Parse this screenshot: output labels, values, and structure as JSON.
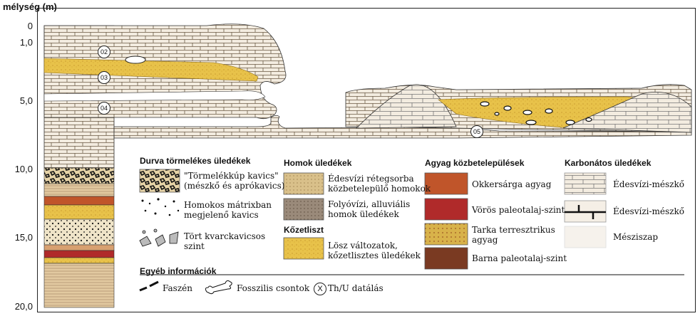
{
  "axis": {
    "title": "mélység (m)",
    "ticks": [
      "0",
      "1,0",
      "5,0",
      "10,0",
      "15,0",
      "20,0"
    ]
  },
  "samples": [
    "02",
    "03",
    "04",
    "05"
  ],
  "legend": {
    "durva": {
      "heading": "Durva törmelékes üledékek",
      "items": [
        "\"Törmelékkúp kavics\"",
        "(mészkő és aprókavics)",
        "Homokos mátrixban",
        "megjelenő kavics",
        "Tört kvarckavicsos",
        "szint"
      ]
    },
    "homok": {
      "heading": "Homok üledékek",
      "items": [
        "Édesvízi rétegsorba",
        "közbetelepülő homokok",
        "Folyóvízi, alluviális",
        "homok üledékek"
      ]
    },
    "kozetliszt": {
      "heading": "Kőzetliszt",
      "items": [
        "Lösz változatok,",
        "kőzetlisztes üledékek"
      ]
    },
    "agyag": {
      "heading": "Agyag közbetelepülések",
      "items": [
        "Okkersárga agyag",
        "Vörös paleotalaj-szint",
        "Tarka terresztrikus",
        "agyag",
        "Barna paleotalaj-szint"
      ]
    },
    "karbonatos": {
      "heading": "Karbonátos üledékek",
      "items": [
        "Édesvízi-mészkő",
        "Édesvízi-mészkő",
        "Mésziszap"
      ]
    },
    "egyeb": {
      "heading": "Egyéb információk",
      "items": [
        "Faszén",
        "Fosszilis csontok",
        "X",
        "Th/U datálás"
      ]
    }
  },
  "colors": {
    "limestone": "#f3ece0",
    "brick_line": "#6b5a44",
    "loess": "#e8c24a",
    "ochre_clay": "#c0552a",
    "red_paleosol": "#b02a2a",
    "varied_clay": "#d8b24a",
    "brown_paleosol": "#7a3a22",
    "freshwater_sand": "#d9c08a",
    "alluvial_sand": "#9a8a7a"
  }
}
